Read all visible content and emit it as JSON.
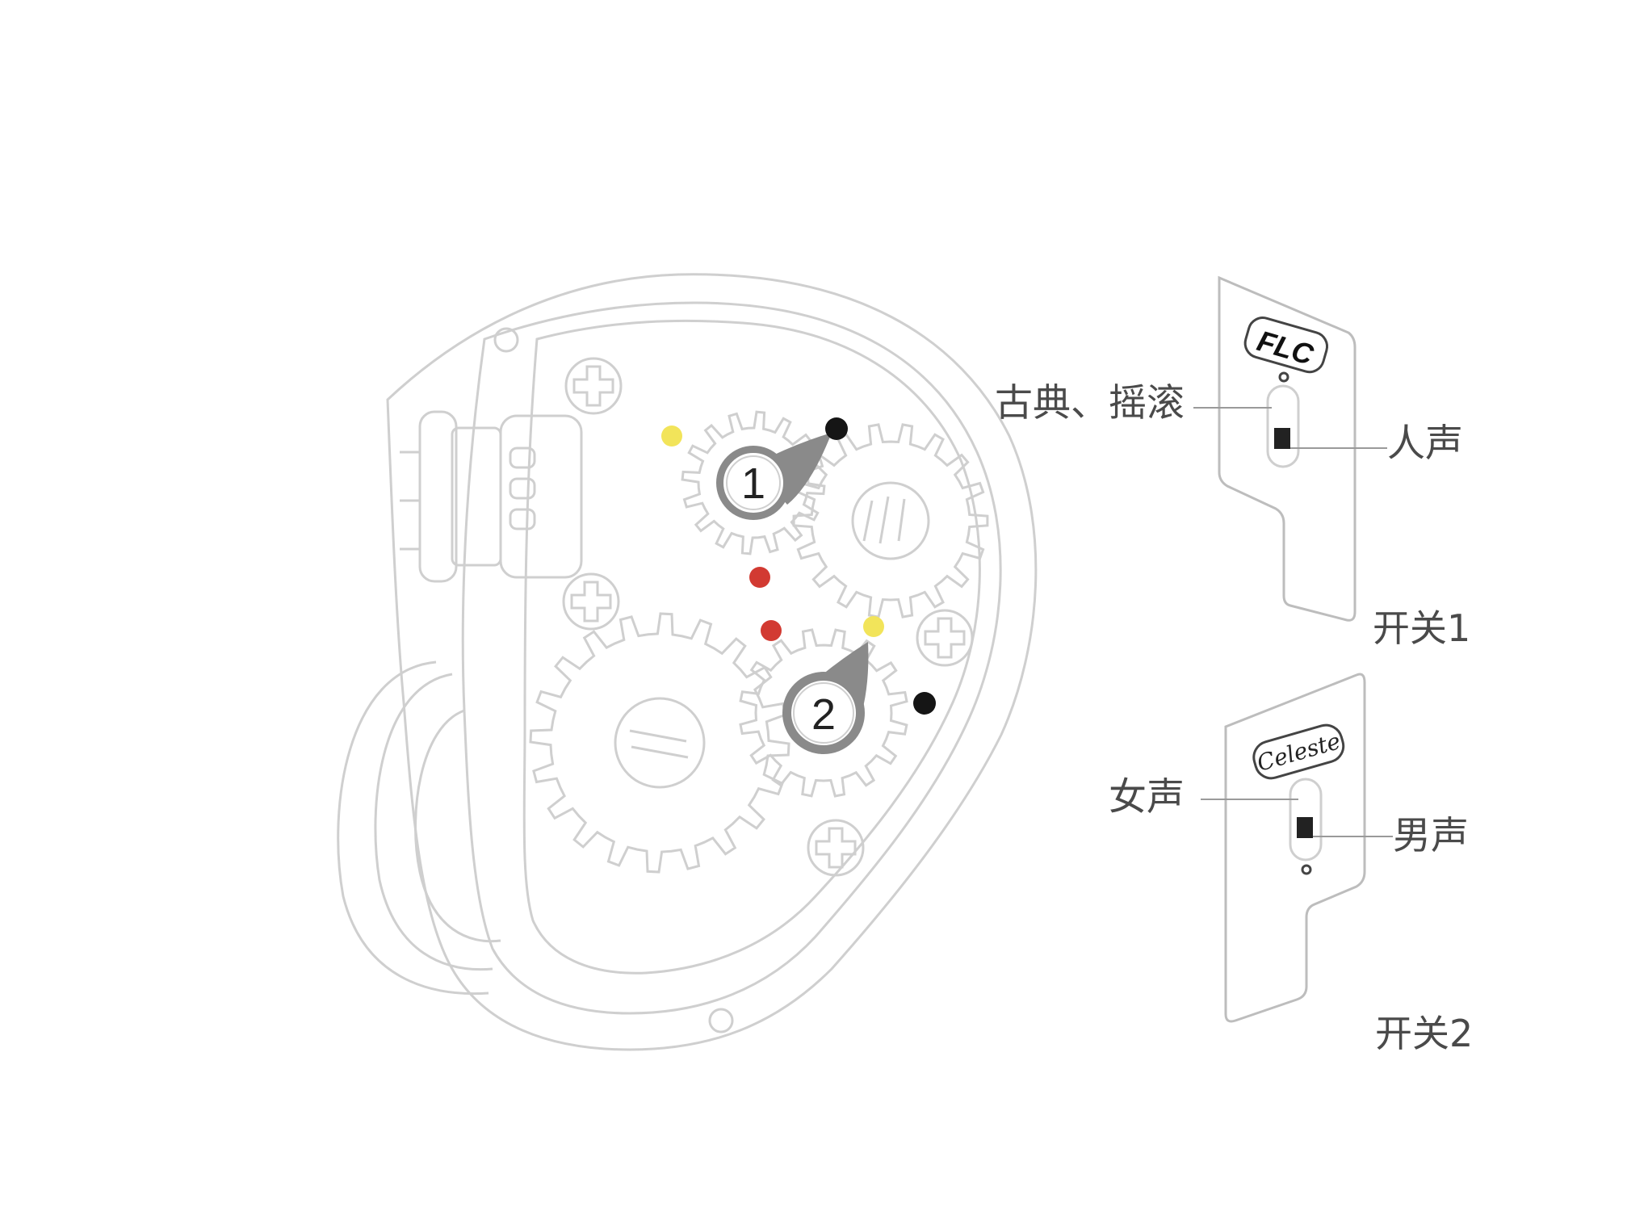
{
  "switch1": {
    "logo": "FLC",
    "label_left": "古典、摇滚",
    "label_right": "人声",
    "caption": "开关1"
  },
  "switch2": {
    "logo": "Celeste",
    "label_left": "女声",
    "label_right": "男声",
    "caption": "开关2"
  },
  "knobs": [
    {
      "number": "1"
    },
    {
      "number": "2"
    }
  ],
  "colors": {
    "outline": "#cfcfcf",
    "knob": "#8a8a8a",
    "dot_yellow": "#f2e45a",
    "dot_black": "#151515",
    "dot_red": "#d23a32",
    "label": "#4a4a4a"
  }
}
